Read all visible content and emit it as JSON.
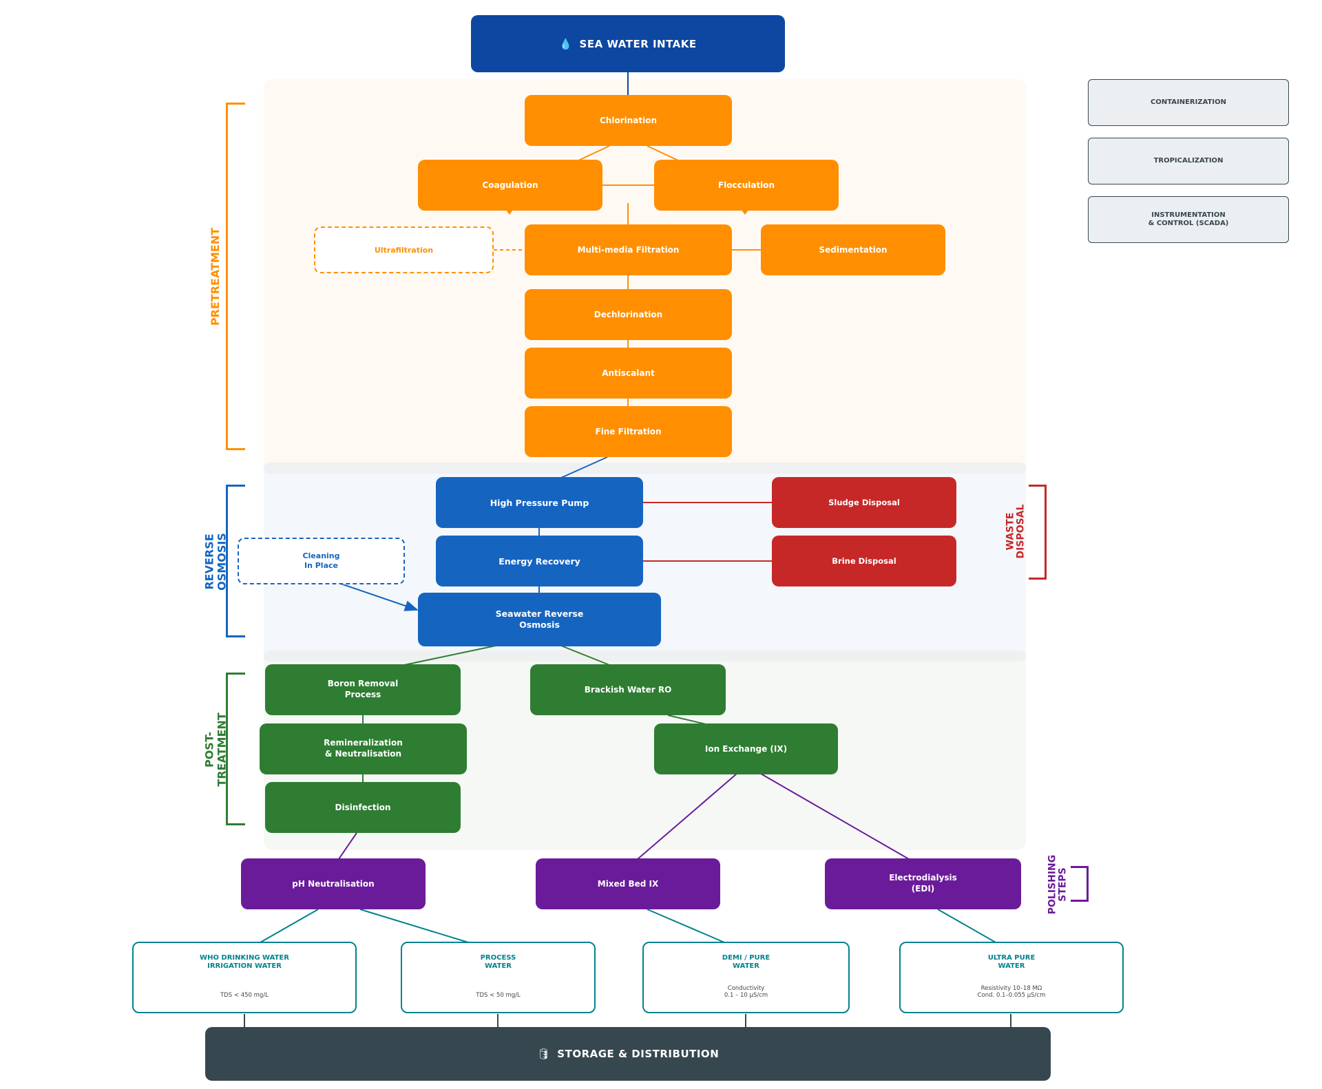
{
  "intake": {
    "label": "SEA WATER INTAKE",
    "icon": "water-drop-icon"
  },
  "storage": {
    "label": "STORAGE  &  DISTRIBUTION",
    "icon": "tank-icon"
  },
  "stages": {
    "pretreatment": {
      "label": "PRETREATMENT",
      "color": "#ff8f00"
    },
    "reverse_osmosis": {
      "label": "REVERSE\nOSMOSIS",
      "color": "#1565c0"
    },
    "post_treatment": {
      "label": "POST-\nTREATMENT",
      "color": "#2e7d32"
    },
    "waste_disposal": {
      "label": "WASTE\nDISPOSAL",
      "color": "#c62828"
    },
    "polishing": {
      "label": "POLISHING\nSTEPS",
      "color": "#6a1b9a"
    }
  },
  "pretreatment": {
    "chlorination": "Chlorination",
    "coagulation": "Coagulation",
    "flocculation": "Flocculation",
    "ultrafiltration": "Ultrafiltration",
    "multimedia": "Multi-media Filtration",
    "sedimentation": "Sedimentation",
    "dechlorination": "Dechlorination",
    "antiscalant": "Antiscalant",
    "fine_filtration": "Fine Filtration"
  },
  "reverse_osmosis": {
    "hp_pump": "High Pressure Pump",
    "energy_recovery": "Energy Recovery",
    "swro": "Seawater Reverse\nOsmosis",
    "cip": "Cleaning\nIn Place"
  },
  "waste": {
    "sludge": "Sludge Disposal",
    "brine": "Brine Disposal"
  },
  "post_treatment": {
    "boron": "Boron Removal\nProcess",
    "remin": "Remineralization\n& Neutralisation",
    "disinfection": "Disinfection",
    "bwro": "Brackish Water RO",
    "ix": "Ion Exchange (IX)"
  },
  "polishing": {
    "ph": "pH Neutralisation",
    "mixed_bed": "Mixed Bed IX",
    "edi": "Electrodialysis\n(EDI)"
  },
  "outputs": [
    {
      "title": "WHO DRINKING WATER\nIRRIGATION WATER",
      "spec": "TDS < 450 mg/L"
    },
    {
      "title": "PROCESS\nWATER",
      "spec": "TDS < 50 mg/L"
    },
    {
      "title": "DEMI / PURE\nWATER",
      "spec": "Conductivity\n0.1 – 10 µS/cm"
    },
    {
      "title": "ULTRA PURE\nWATER",
      "spec": "Resistivity 10–18 MΩ\nCond. 0.1–0.055 µS/cm"
    }
  ],
  "side_options": [
    "CONTAINERIZATION",
    "TROPICALIZATION",
    "INSTRUMENTATION\n& CONTROL (SCADA)"
  ],
  "colors": {
    "orange": "#ff8f00",
    "blue": "#1565c0",
    "red": "#c62828",
    "green": "#2e7d32",
    "purple": "#6a1b9a",
    "teal": "#00838f",
    "navy": "#0d47a1",
    "slate": "#37474f"
  }
}
